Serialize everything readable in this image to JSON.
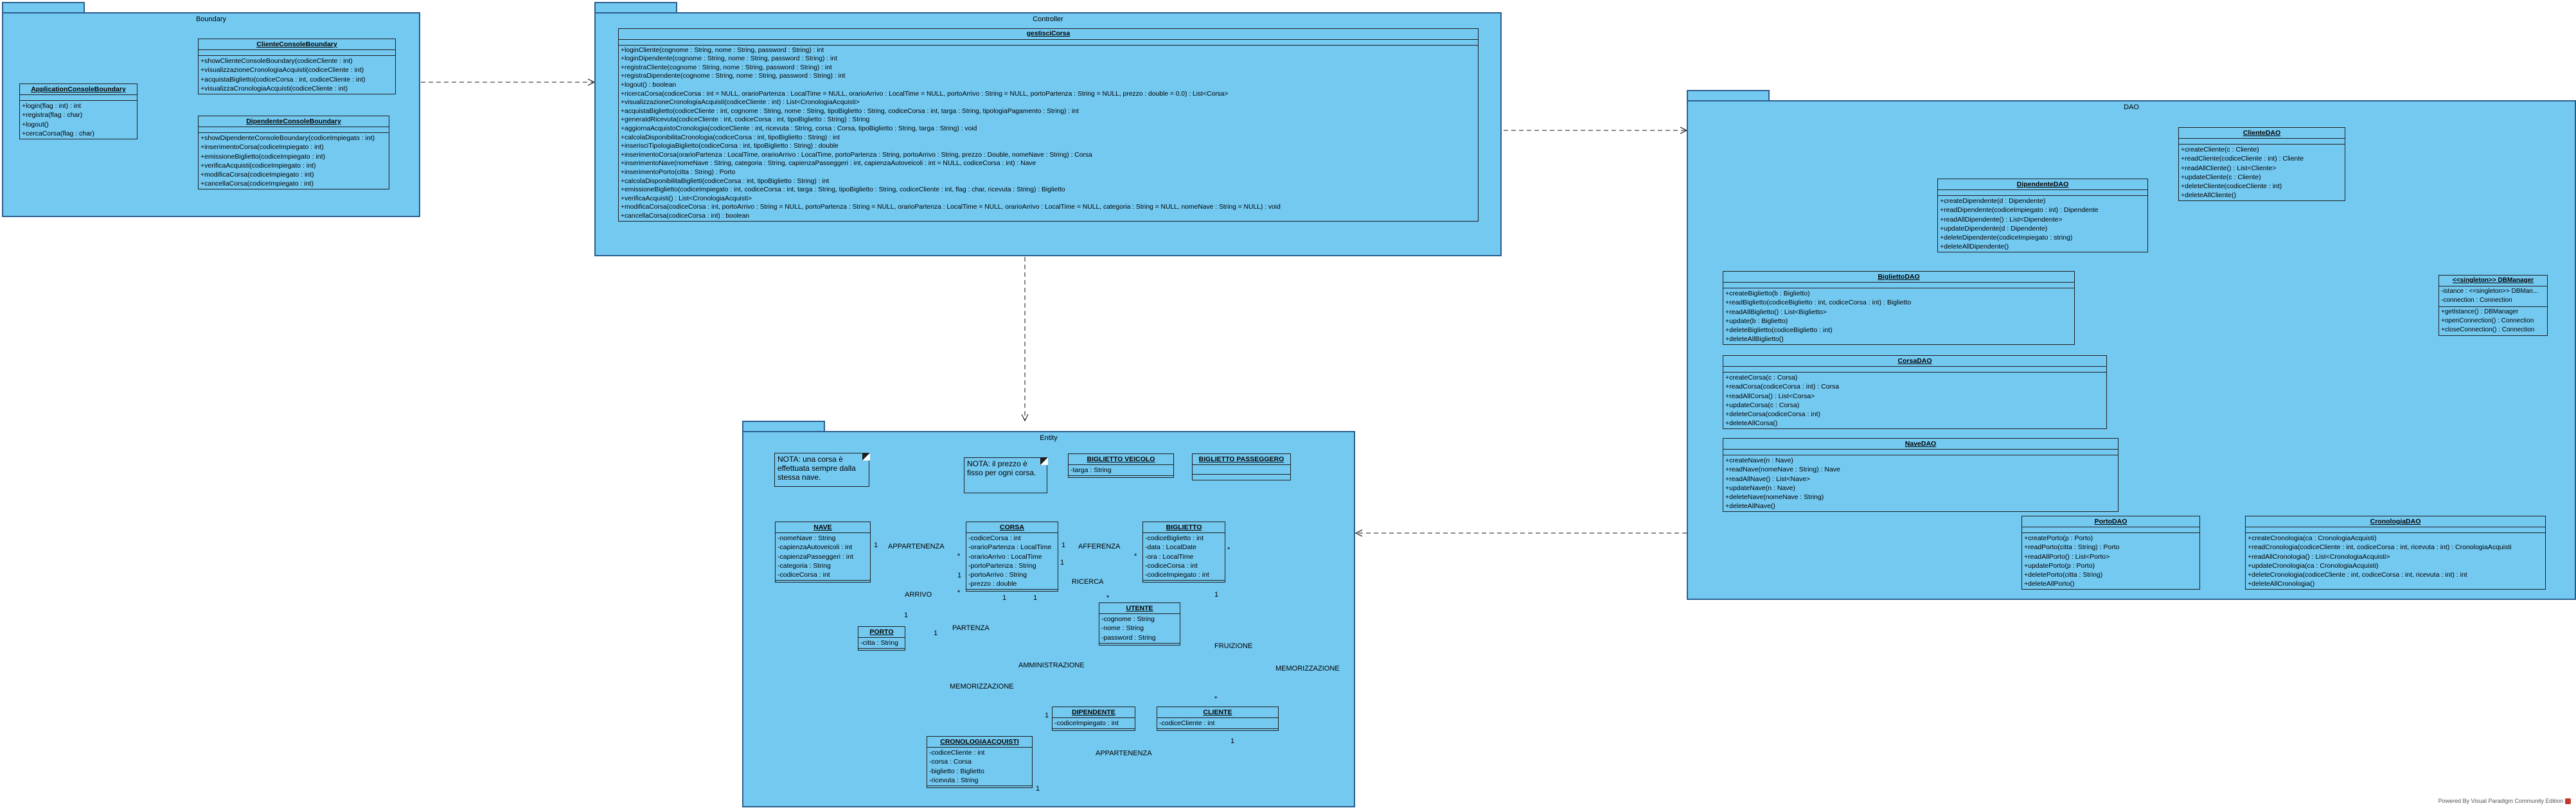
{
  "packages": {
    "boundary": "Boundary",
    "controller": "Controller",
    "dao": "DAO",
    "entity": "Entity"
  },
  "boundary": {
    "app_console": {
      "name": "ApplicationConsoleBoundary",
      "ops": [
        "+login(flag : int) : int",
        "+registra(flag : char)",
        "+logout()",
        "+cercaCorsa(flag : char)"
      ]
    },
    "cliente_console": {
      "name": "ClienteConsoleBoundary",
      "ops": [
        "+showClienteConsoleBoundary(codiceCliente : int)",
        "+visualizzazioneCronologiaAcquisti(codiceCliente : int)",
        "+acquistaBiglietto(codiceCorsa : int, codiceCliente : int)",
        "+visualizzaCronologiaAcquisti(codiceCliente : int)"
      ]
    },
    "dipendente_console": {
      "name": "DipendenteConsoleBoundary",
      "ops": [
        "+showDipendenteConsoleBoundary(codiceImpiegato : int)",
        "+inserimentoCorsa(codiceImpiegato : int)",
        "+emissioneBiglietto(codiceImpiegato : int)",
        "+verificaAcquisti(codiceImpiegato : int)",
        "+modificaCorsa(codiceImpiegato : int)",
        "+cancellaCorsa(codiceImpiegato : int)"
      ]
    }
  },
  "controller": {
    "gestisci_corsa": {
      "name": "gestisciCorsa",
      "ops": [
        "+loginCliente(cognome : String, nome : String, password : String) : int",
        "+loginDipendente(cognome : String, nome : String, password : String) : int",
        "+registraCliente(cognome : String, nome : String, password : String) : int",
        "+registraDipendente(cognome : String, nome : String, password : String) : int",
        "+logout() : boolean",
        "+ricercaCorsa(codiceCorsa : int = NULL, orarioPartenza : LocalTime = NULL, orarioArrivo : LocalTime = NULL, portoArrivo : String = NULL, portoPartenza : String = NULL, prezzo : double = 0.0) : List<Corsa>",
        "+visualizzazioneCronologiaAcquisti(codiceCliente : int) : List<CronologiaAcquisti>",
        "+acquistaBiglietto(codiceCliente : int, cognome : String, nome : String, tipoBiglietto : String, codiceCorsa : int, targa : String, tipologiaPagamento : String) : int",
        "+generaIdRicevuta(codiceCliente : int, codiceCorsa : int, tipoBiglietto : String) : String",
        "+aggiornaAcquistoCronologia(codiceCliente : int, ricevuta : String, corsa : Corsa, tipoBiglietto : String, targa : String) : void",
        "+calcolaDisponibilitaCronologia(codiceCorsa : int, tipoBiglietto : String) : int",
        "+inserisciTipologiaBiglietto(codiceCorsa : int, tipoBiglietto : String) : double",
        "+inserimentoCorsa(orarioPartenza : LocalTime, orarioArrivo : LocalTime, portoPartenza : String, portoArrivo : String, prezzo : Double, nomeNave : String) : Corsa",
        "+inserimentoNave(nomeNave : String, categoria : String, capienzaPasseggeri : int, capienzaAutoveicoli : int = NULL, codiceCorsa : int) : Nave",
        "+inserimentoPorto(citta : String) : Porto",
        "+calcolaDisponibilitaBiglietti(codiceCorsa : int, tipoBiglietto : String) : int",
        "+emissioneBiglietto(codiceImpiegato : int, codiceCorsa : int, targa : String, tipoBiglietto : String, codiceCliente : int, flag : char, ricevuta : String) : Biglietto",
        "+verificaAcquisti() : List<CronologiaAcquisti>",
        "+modificaCorsa(codiceCorsa : int, portoArrivo : String = NULL, portoPartenza : String = NULL, orarioPartenza : LocalTime = NULL, orarioArrivo : LocalTime = NULL, categoria : String = NULL, nomeNave : String = NULL) : void",
        "+cancellaCorsa(codiceCorsa : int) : boolean"
      ]
    }
  },
  "dao": {
    "cliente_dao": {
      "name": "ClienteDAO",
      "ops": [
        "+createCliente(c : Cliente)",
        "+readCliente(codiceCliente : int) : Cliente",
        "+readAllCliente() : List<Cliente>",
        "+updateCliente(c : Cliente)",
        "+deleteCliente(codiceCliente : int)",
        "+deleteAllCliente()"
      ]
    },
    "dipendente_dao": {
      "name": "DipendenteDAO",
      "ops": [
        "+createDipendente(d : Dipendente)",
        "+readDipendente(codiceImpiegato : int) : Dipendente",
        "+readAllDipendente() : List<Dipendente>",
        "+updateDipendente(d : Dipendente)",
        "+deleteDipendente(codiceImpiegato : string)",
        "+deleteAllDipendente()"
      ]
    },
    "biglietto_dao": {
      "name": "BigliettoDAO",
      "ops": [
        "+createBiglietto(b : Biglietto)",
        "+readBiglietto(codiceBiglietto : int, codiceCorsa : int) : Biglietto",
        "+readAllBiglietto() : List<Biglietto>",
        "+update(b : Biglietto)",
        "+deleteBiglietto(codiceBiglietto : int)",
        "+deleteAllBiglietto()"
      ]
    },
    "corsa_dao": {
      "name": "CorsaDAO",
      "ops": [
        "+createCorsa(c : Corsa)",
        "+readCorsa(codiceCorsa : int) : Corsa",
        "+readAllCorsa() : List<Corsa>",
        "+updateCorsa(c : Corsa)",
        "+deleteCorsa(codiceCorsa : int)",
        "+deleteAllCorsa()"
      ]
    },
    "nave_dao": {
      "name": "NaveDAO",
      "ops": [
        "+createNave(n : Nave)",
        "+readNave(nomeNave : String) : Nave",
        "+readAllNave() : List<Nave>",
        "+updateNave(n : Nave)",
        "+deleteNave(nomeNave : String)",
        "+deleteAllNave()"
      ]
    },
    "porto_dao": {
      "name": "PortoDAO",
      "ops": [
        "+createPorto(p : Porto)",
        "+readPorto(citta : String) : Porto",
        "+readAllPorto() : List<Porto>",
        "+updatePorto(p : Porto)",
        "+deletePorto(citta : String)",
        "+deleteAllPorto()"
      ]
    },
    "cronologia_dao": {
      "name": "CronologiaDAO",
      "ops": [
        "+createCronologia(ca : CronologiaAcquisti)",
        "+readCronologia(codiceCliente : int, codiceCorsa : int, ricevuta : int) : CronologiaAcquisti",
        "+readAllCronologia() : List<CronologiaAcquisti>",
        "+updateCronologia(ca : CronologiaAcquisti)",
        "+deleteCronologia(codiceCliente : int, codiceCorsa : int, ricevuta : int) : int",
        "+deleteAllCronologia()"
      ]
    },
    "db_manager": {
      "name": "<<singleton>> DBManager",
      "attrs": [
        "-istance : <<singleton>> DBMan...",
        "-connection : Connection"
      ],
      "ops": [
        "+getIstance() : DBManager",
        "+openConnection() : Connection",
        "+closeConnection() : Connection"
      ]
    }
  },
  "entity": {
    "note_nave": "NOTA: una corsa è effettuata sempre dalla stessa nave.",
    "note_prezzo": "NOTA: il prezzo è fisso per ogni corsa.",
    "nave": {
      "name": "NAVE",
      "attrs": [
        "-nomeNave : String",
        "-capienzaAutoveicoli : int",
        "-capienzaPasseggeri : int",
        "-categoria : String",
        "-codiceCorsa : int"
      ]
    },
    "corsa": {
      "name": "CORSA",
      "attrs": [
        "-codiceCorsa : int",
        "-orarioPartenza : LocalTime",
        "-orarioArrivo : LocalTime",
        "-portoPartenza : String",
        "-portoArrivo : String",
        "-prezzo : double"
      ]
    },
    "biglietto_veicolo": {
      "name": "BIGLIETTO VEICOLO",
      "attrs": [
        "-targa : String"
      ]
    },
    "biglietto_passeggero": {
      "name": "BIGLIETTO PASSEGGERO",
      "attrs": []
    },
    "biglietto": {
      "name": "BIGLIETTO",
      "attrs": [
        "-codiceBiglietto : int",
        "-data : LocalDate",
        "-ora : LocalTime",
        "-codiceCorsa : int",
        "-codiceImpiegato : int"
      ]
    },
    "porto": {
      "name": "PORTO",
      "attrs": [
        "-citta : String"
      ]
    },
    "utente": {
      "name": "UTENTE",
      "attrs": [
        "-cognome : String",
        "-nome : String",
        "-password : String"
      ]
    },
    "dipendente": {
      "name": "DIPENDENTE",
      "attrs": [
        "-codiceImpiegato : int"
      ]
    },
    "cliente": {
      "name": "CLIENTE",
      "attrs": [
        "-codiceCliente : int"
      ]
    },
    "cronologia": {
      "name": "CRONOLOGIAACQUISTI",
      "attrs": [
        "-codiceCliente : int",
        "-corsa : Corsa",
        "-biglietto : Biglietto",
        "-ricevuta : String"
      ]
    },
    "labels": {
      "appartenenza1": "APPARTENENZA",
      "afferenza": "AFFERENZA",
      "arrivo": "ARRIVO",
      "ricerca": "RICERCA",
      "partenza": "PARTENZA",
      "amministrazione": "AMMINISTRAZIONE",
      "fruizione": "FRUIZIONE",
      "memorizzazione1": "MEMORIZZAZIONE",
      "memorizzazione2": "MEMORIZZAZIONE",
      "appartenenza2": "APPARTENENZA",
      "m1": "1",
      "m2": "*",
      "m3": "1",
      "m4": "*",
      "m5": "1",
      "m6": "*",
      "m7": "1",
      "m8": "1",
      "m9": "1",
      "m10": "*",
      "m11": "1",
      "m12": "1",
      "m13": "1",
      "m14": "*",
      "m15": "1",
      "m16": "*",
      "m17": "1",
      "m18": "1"
    }
  },
  "footer": "Powered By  Visual Paradigm Community Edition"
}
